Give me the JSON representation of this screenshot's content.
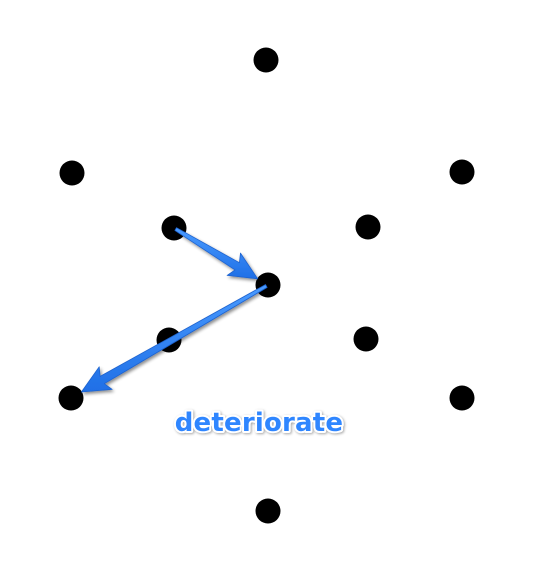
{
  "label": {
    "text": "deteriorate",
    "fill_color": "#2f86ff",
    "outline_color": "#ffffff"
  },
  "colors": {
    "background": "#ffffff",
    "dot": "#000000",
    "arrow_fill": "#2a7cf5",
    "arrow_edge": "#1f63cf",
    "arrow_shadow": "#9a9a9a"
  },
  "dots": [
    {
      "id": "top"
    },
    {
      "id": "upper-left"
    },
    {
      "id": "upper-right"
    },
    {
      "id": "inner-upper-left"
    },
    {
      "id": "inner-upper-right"
    },
    {
      "id": "center"
    },
    {
      "id": "inner-lower-left"
    },
    {
      "id": "inner-lower-right"
    },
    {
      "id": "lower-left"
    },
    {
      "id": "lower-right"
    },
    {
      "id": "bottom"
    }
  ],
  "arrows": [
    {
      "from": "inner-upper-left",
      "to": "center"
    },
    {
      "from": "center",
      "to": "lower-left"
    }
  ]
}
